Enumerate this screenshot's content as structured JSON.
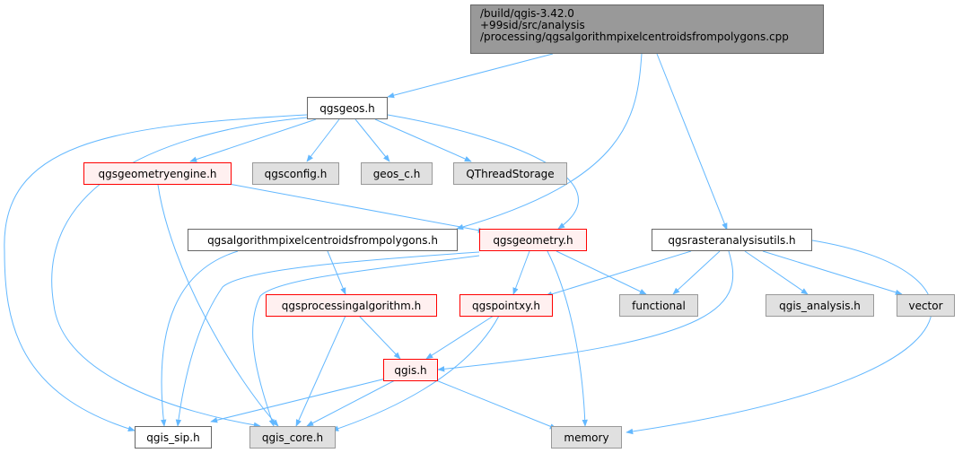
{
  "colors": {
    "edge": "#63b8ff",
    "root_fill": "#999999",
    "std_fill": "#e0e0e0",
    "red_border": "#ff0000"
  },
  "nodes": {
    "root": {
      "line1": "/build/qgis-3.42.0",
      "line2": "+99sid/src/analysis",
      "line3": "/processing/qgsalgorithmpixelcentroidsfrompolygons.cpp"
    },
    "qgsgeos": "qgsgeos.h",
    "qgsgeometryengine": "qgsgeometryengine.h",
    "qgsconfig": "qgsconfig.h",
    "geos_c": "geos_c.h",
    "qthreadstorage": "QThreadStorage",
    "qgsalgorithmpixelcentroids": "qgsalgorithmpixelcentroidsfrompolygons.h",
    "qgsgeometry": "qgsgeometry.h",
    "qgsrasteranalysisutils": "qgsrasteranalysisutils.h",
    "qgsprocessingalgorithm": "qgsprocessingalgorithm.h",
    "qgspointxy": "qgspointxy.h",
    "functional": "functional",
    "qgis_analysis": "qgis_analysis.h",
    "vector": "vector",
    "qgis": "qgis.h",
    "qgis_sip": "qgis_sip.h",
    "qgis_core": "qgis_core.h",
    "memory": "memory"
  }
}
